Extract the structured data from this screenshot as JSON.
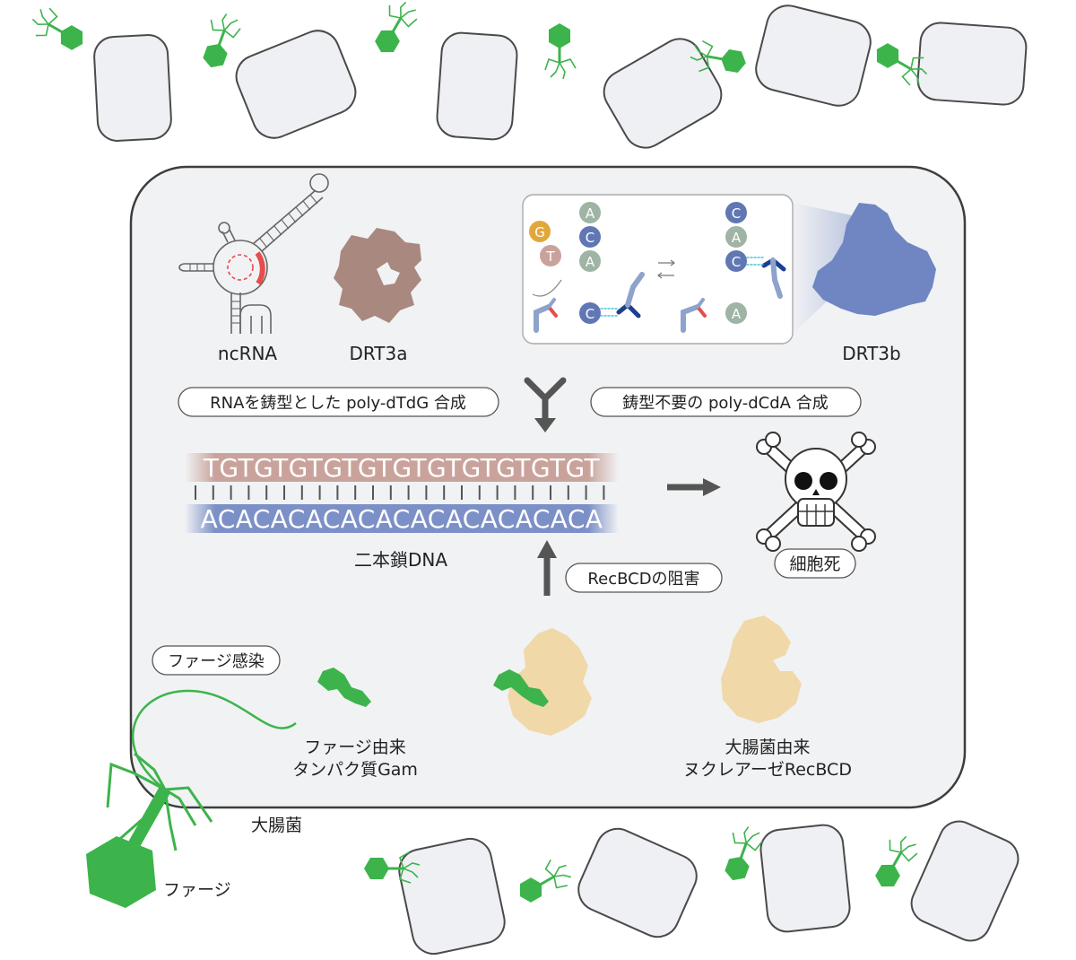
{
  "labels": {
    "ncrna": "ncRNA",
    "drt3a": "DRT3a",
    "drt3b": "DRT3b",
    "rna_templated": "RNAを鋳型とした poly-dTdG 合成",
    "template_free": "鋳型不要の poly-dCdA 合成",
    "dsdna": "二本鎖DNA",
    "cell_death": "細胞死",
    "recbcd_inhibition": "RecBCDの阻害",
    "phage_infection": "ファージ感染",
    "gam_line1": "ファージ由来",
    "gam_line2": "タンパク質Gam",
    "recbcd_line1": "大腸菌由来",
    "recbcd_line2": "ヌクレアーゼRecBCD",
    "ecoli": "大腸菌",
    "phage": "ファージ"
  },
  "dna": {
    "top_strand": "TGTGTGTGTGTGTGTGTGTGTGT",
    "bottom_strand": "ACACACACACACACACACACACA"
  },
  "nucleotides": {
    "g": "G",
    "t": "T",
    "a": "A",
    "c": "C"
  },
  "colors": {
    "phage_green": "#3cb44b",
    "drt3a_brown": "#a9887f",
    "drt3b_blue": "#6f86c2",
    "recbcd_tan": "#f1d8a8",
    "top_strand_pink": "#c9a39b",
    "bottom_strand_blue": "#7c90c8",
    "nuc_a": "#9fb4a4",
    "nuc_c": "#6077b3",
    "nuc_g": "#e2a73b",
    "nuc_t": "#c9a39b",
    "rna_highlight": "#e94b4b"
  }
}
